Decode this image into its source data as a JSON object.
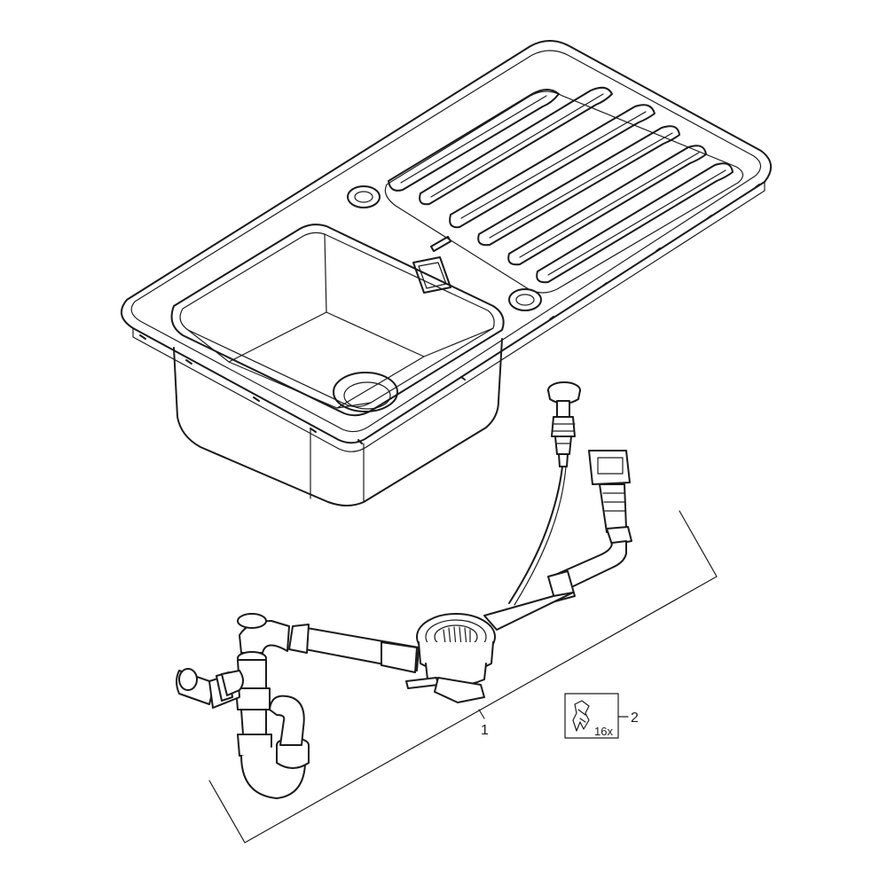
{
  "callouts": {
    "waste_kit_number": "1",
    "clips_number": "2",
    "clips_quantity": "16x"
  }
}
